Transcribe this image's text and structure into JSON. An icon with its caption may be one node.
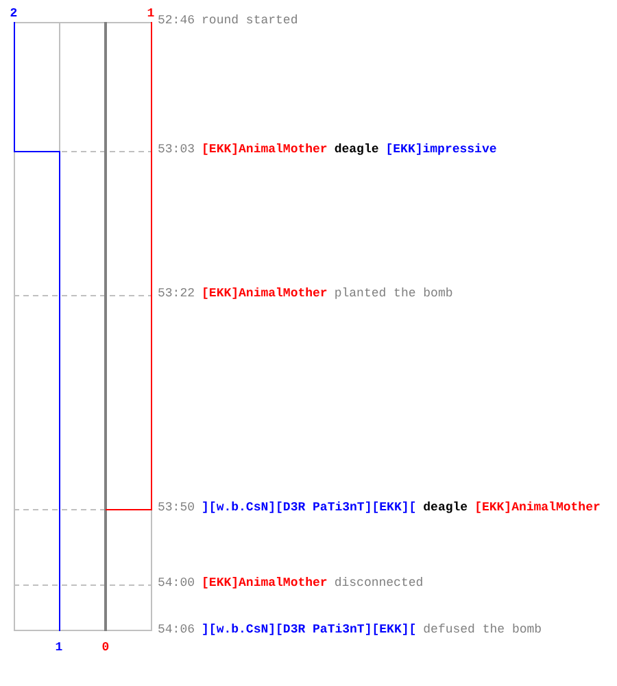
{
  "diagram": {
    "labels": [
      "2",
      "1",
      "52:46",
      "round started",
      "53:03",
      "[EKK]AnimalMother",
      "deagle",
      "[EKK]impressive",
      "53:22",
      "[EKK]AnimalMother",
      "planted the bomb",
      "53:50",
      "][w.b.CsN][D3R PaTi3nT][EKK][",
      "deagle",
      "[EKK]AnimalMother",
      "54:00",
      "[EKK]AnimalMother",
      "disconnected",
      "54:06",
      "][w.b.CsN][D3R PaTi3nT][EKK][",
      "defused the bomb",
      "1",
      "0"
    ]
  }
}
